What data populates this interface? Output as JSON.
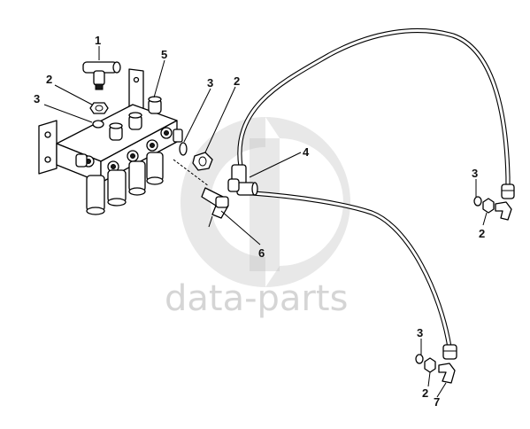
{
  "callouts": [
    {
      "id": "c1",
      "label": "1"
    },
    {
      "id": "c2a",
      "label": "2"
    },
    {
      "id": "c3a",
      "label": "3"
    },
    {
      "id": "c5",
      "label": "5"
    },
    {
      "id": "c3b",
      "label": "3"
    },
    {
      "id": "c2b",
      "label": "2"
    },
    {
      "id": "c4",
      "label": "4"
    },
    {
      "id": "c6",
      "label": "6"
    },
    {
      "id": "c3c",
      "label": "3"
    },
    {
      "id": "c2c",
      "label": "2"
    },
    {
      "id": "c3d",
      "label": "3"
    },
    {
      "id": "c2d",
      "label": "2"
    },
    {
      "id": "c7",
      "label": "7"
    }
  ],
  "watermark": {
    "text": "data-parts"
  }
}
